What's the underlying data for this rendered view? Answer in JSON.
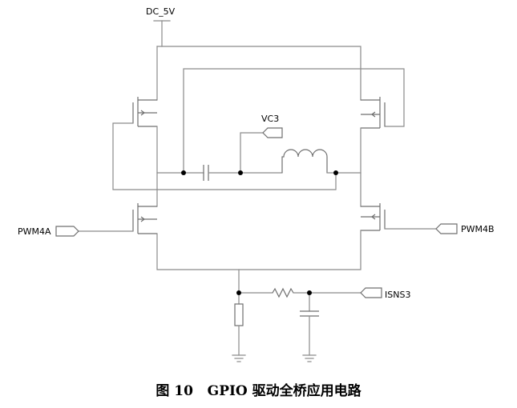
{
  "labels": {
    "supply": "DC_5V",
    "motor_node": "VC3",
    "pwm_left": "PWM4A",
    "pwm_right": "PWM4B",
    "sense": "ISNS3"
  },
  "caption": {
    "figure_no": "图 10",
    "title": "GPIO 驱动全桥应用电路"
  }
}
